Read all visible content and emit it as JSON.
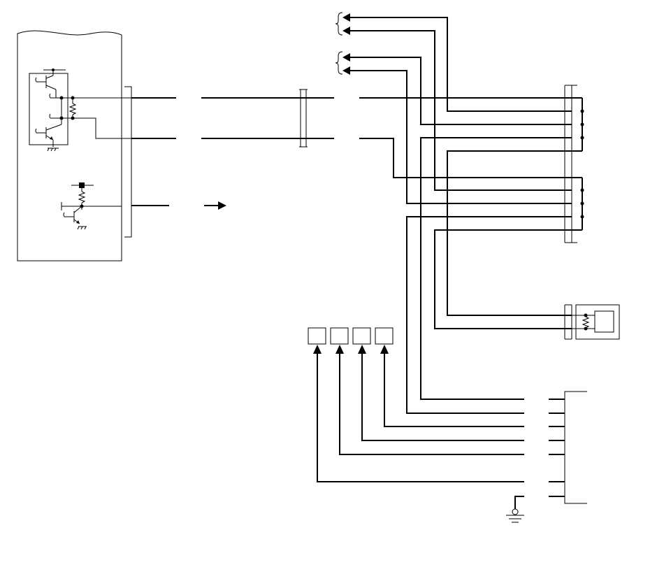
{
  "diagram": {
    "kind": "wiring-schematic",
    "line_color": "#000000",
    "background": "#ffffff",
    "components": [
      {
        "name": "control-module",
        "contents": [
          "transistor-pair",
          "resistor",
          "switch-transistor"
        ]
      },
      {
        "name": "left-connector"
      },
      {
        "name": "mid-connector"
      },
      {
        "name": "right-connector-upper"
      },
      {
        "name": "right-connector-lower"
      },
      {
        "name": "sensor-unit"
      },
      {
        "name": "terminal-block"
      },
      {
        "name": "ground-symbol"
      },
      {
        "name": "output-box",
        "count": 4
      }
    ],
    "labels": []
  }
}
